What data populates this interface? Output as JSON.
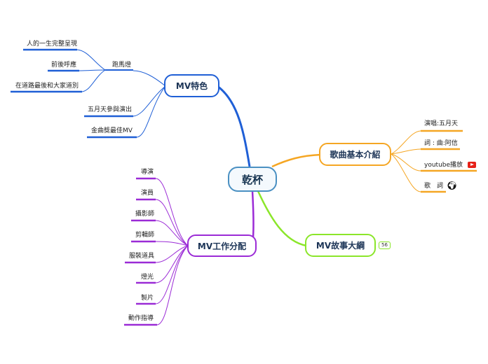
{
  "root": {
    "label": "乾杯"
  },
  "branches": {
    "mv_features": {
      "label": "MV特色",
      "sub": {
        "label": "跑馬燈",
        "children": [
          "人的一生完整呈現",
          "前後呼應",
          "在道路最後和大家道別"
        ]
      },
      "children": [
        "五月天參與演出",
        "金曲獎最佳MV"
      ]
    },
    "song_info": {
      "label": "歌曲基本介紹",
      "children": [
        "演唱:五月天",
        "詞 : 曲:阿信",
        "youtube播放",
        "歌　詞"
      ]
    },
    "story": {
      "label": "MV故事大綱",
      "badge": "56"
    },
    "crew": {
      "label": "MV工作分配",
      "children": [
        "導演",
        "演員",
        "攝影師",
        "剪輯師",
        "服裝道具",
        "燈光",
        "製片",
        "動作指導"
      ]
    }
  },
  "icons": {
    "youtube": "youtube-icon",
    "lyrics": "globe-icon"
  },
  "colors": {
    "mv": "#1f5fd6",
    "song": "#f5a623",
    "story": "#8be62a",
    "crew": "#9b2bd6",
    "root": "#4a90c2"
  }
}
